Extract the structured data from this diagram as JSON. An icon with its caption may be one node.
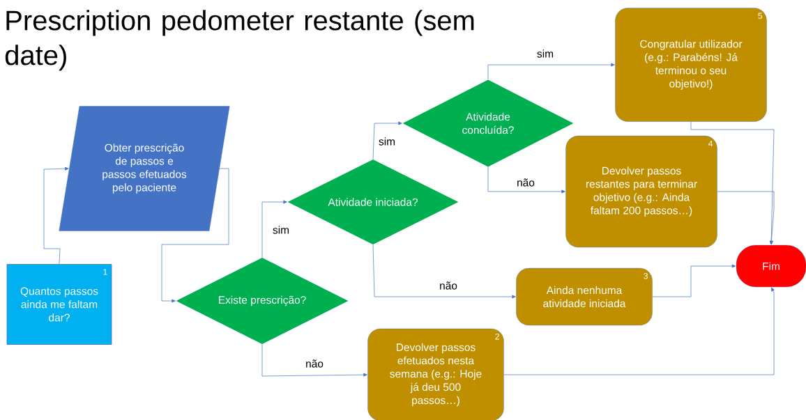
{
  "diagram": {
    "title": "Prescription pedometer restante (sem date)",
    "nodes": [
      {
        "text": [
          "1",
          "Quantos passos ainda me faltam dar?"
        ]
      },
      {
        "text": [
          "Obter prescrição de passos e passos efetuados pelo paciente"
        ]
      },
      {
        "text": [
          "Existe prescrição?"
        ]
      },
      {
        "text": [
          "Atividade iniciada?"
        ]
      },
      {
        "text": [
          "Atividade concluída?"
        ]
      },
      {
        "text": [
          "5",
          "Congratular utilizador (e.g.: Parabéns! Já terminou o seu objetivo!)"
        ]
      },
      {
        "text": [
          "4",
          "Devolver passos restantes para terminar objetivo (e.g.: Ainda faltam 200 passos…)"
        ]
      },
      {
        "text": [
          "3",
          "Ainda nenhuma atividade iniciada"
        ]
      },
      {
        "text": [
          "2",
          "Devolver passos efetuados nesta semana (e.g.: Hoje já deu 500 passos…)"
        ]
      },
      {
        "text": [
          "Fim"
        ]
      }
    ],
    "edges": [
      {
        "from": 0,
        "to": 1,
        "arrow": "to"
      },
      {
        "from": 1,
        "to": 2,
        "arrow": "to"
      },
      {
        "from": 2,
        "to": 3,
        "arrow": "to",
        "label": "sim"
      },
      {
        "from": 3,
        "to": 4,
        "arrow": "to",
        "label": "sim"
      },
      {
        "from": 4,
        "to": 5,
        "arrow": "to",
        "label": "sim"
      },
      {
        "from": 4,
        "to": 6,
        "arrow": "to",
        "label": "não"
      },
      {
        "from": 3,
        "to": 7,
        "arrow": "to",
        "label": "não"
      },
      {
        "from": 2,
        "to": 8,
        "arrow": "to",
        "label": "não"
      },
      {
        "from": 5,
        "to": 9,
        "arrow": "to"
      },
      {
        "from": 6,
        "to": 9,
        "arrow": "to"
      },
      {
        "from": 7,
        "to": 9,
        "arrow": "to"
      },
      {
        "from": 8,
        "to": 9,
        "arrow": "to"
      }
    ]
  }
}
